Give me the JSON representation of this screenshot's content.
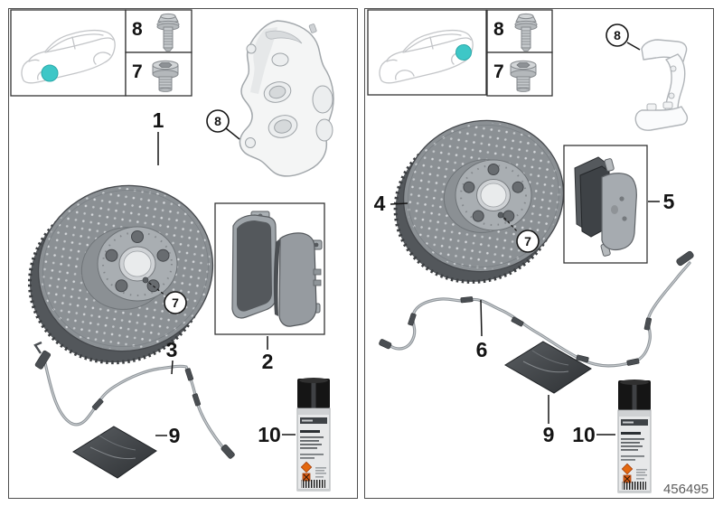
{
  "drawing_number": "456495",
  "highlight_color": "#3ec7c7",
  "panels": [
    {
      "name": "front-brake-service",
      "car_location": "front-wheel",
      "fasteners": [
        {
          "label": "8"
        },
        {
          "label": "7"
        }
      ],
      "callouts": {
        "disc": "1",
        "pads": "2",
        "wear_sensor": "3",
        "set_screw": "7",
        "caliper": "8",
        "grease_pouch": "9",
        "cleaner_spray": "10"
      }
    },
    {
      "name": "rear-brake-service",
      "car_location": "rear-wheel",
      "fasteners": [
        {
          "label": "8"
        },
        {
          "label": "7"
        }
      ],
      "callouts": {
        "disc": "4",
        "pads": "5",
        "wear_sensor": "6",
        "set_screw": "7",
        "carrier": "8",
        "grease_pouch": "9",
        "cleaner_spray": "10"
      }
    }
  ]
}
